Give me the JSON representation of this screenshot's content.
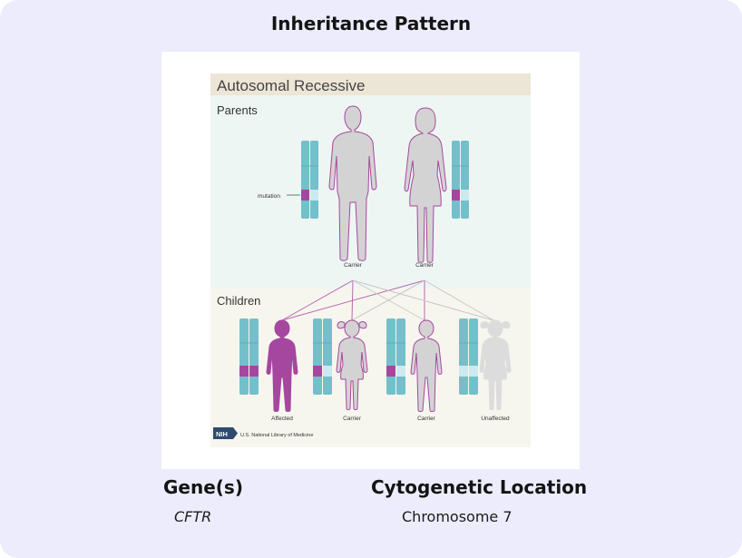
{
  "card": {
    "title": "Inheritance Pattern"
  },
  "figure": {
    "header": "Autosomal Recessive",
    "parents_label": "Parents",
    "children_label": "Children",
    "mutation_label": "mutation",
    "parents": [
      {
        "status": "Carrier",
        "figure": "male"
      },
      {
        "status": "Carrier",
        "figure": "female"
      }
    ],
    "children": [
      {
        "status": "Affected",
        "figure": "boy"
      },
      {
        "status": "Carrier",
        "figure": "girl"
      },
      {
        "status": "Carrier",
        "figure": "boy"
      },
      {
        "status": "Unaffected",
        "figure": "girl"
      }
    ],
    "credit_logo": "NIH",
    "credit_text": "U.S. National Library of Medicine",
    "colors": {
      "chromosome": "#73c0cb",
      "chromosome_pale": "#cde9ee",
      "mutation": "#a6479f",
      "figure_gray": "#d3d3d3",
      "figure_outline": "#a6479f",
      "affected_fill": "#a6479f",
      "unaffected_fill": "#dcdcdc",
      "header_band": "#ede6d6",
      "parents_bg": "#eef6f3",
      "children_bg": "#f7f6ee"
    }
  },
  "gene": {
    "heading": "Gene(s)",
    "value": "CFTR"
  },
  "location": {
    "heading": "Cytogenetic Location",
    "value": "Chromosome 7"
  }
}
